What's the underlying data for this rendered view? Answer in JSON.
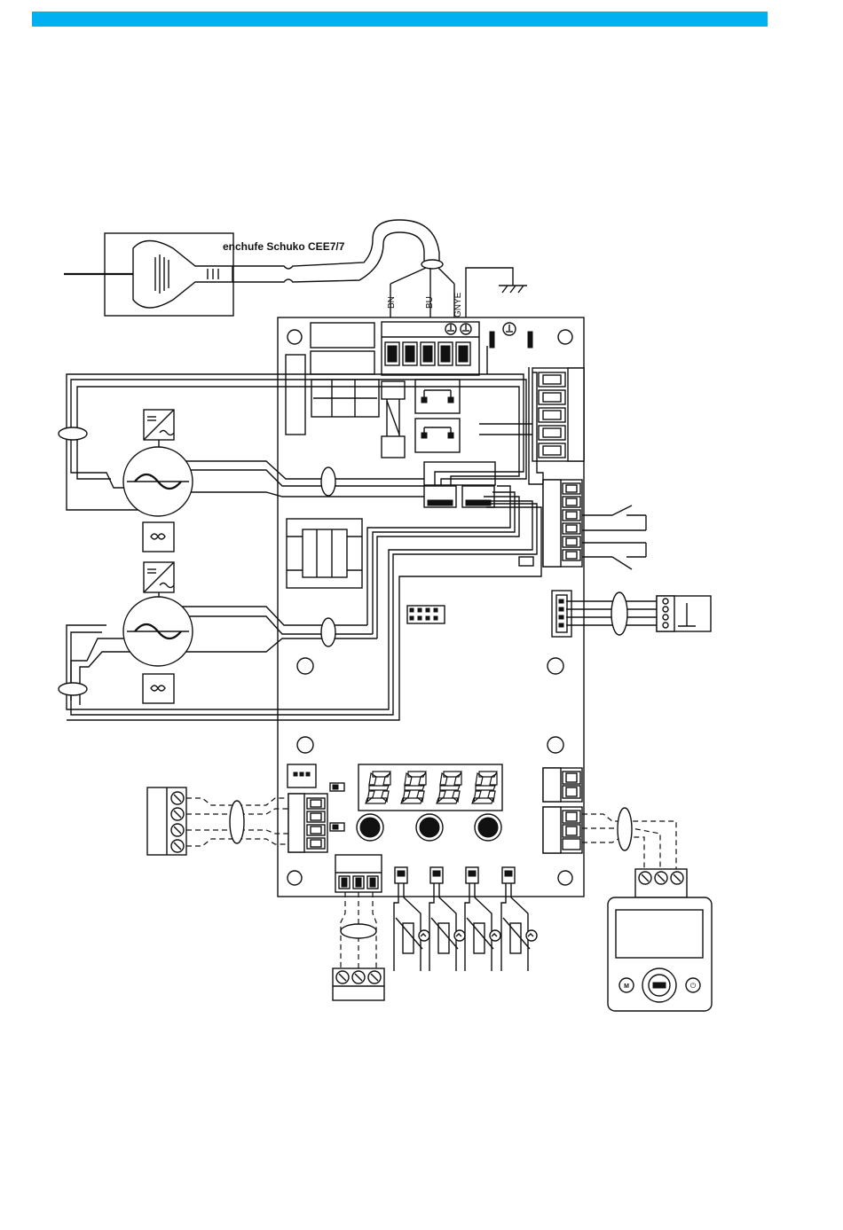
{
  "colors": {
    "top_bar": "#00b0f0",
    "line": "#111111"
  },
  "plug": {
    "label": "enchufe Schuko CEE7/7"
  },
  "wires": {
    "brown": "BN",
    "blue": "BU",
    "earth": "GNYE"
  },
  "icons": {
    "earth": "ground-symbol-icon",
    "fan": "fan-motor-icon",
    "converter": "dc-ac-converter-icon",
    "capacitor": "infinity-icon",
    "thermistor": "thermistor-icon"
  },
  "controller": {
    "left_button": "M",
    "right_button": "⏻"
  }
}
